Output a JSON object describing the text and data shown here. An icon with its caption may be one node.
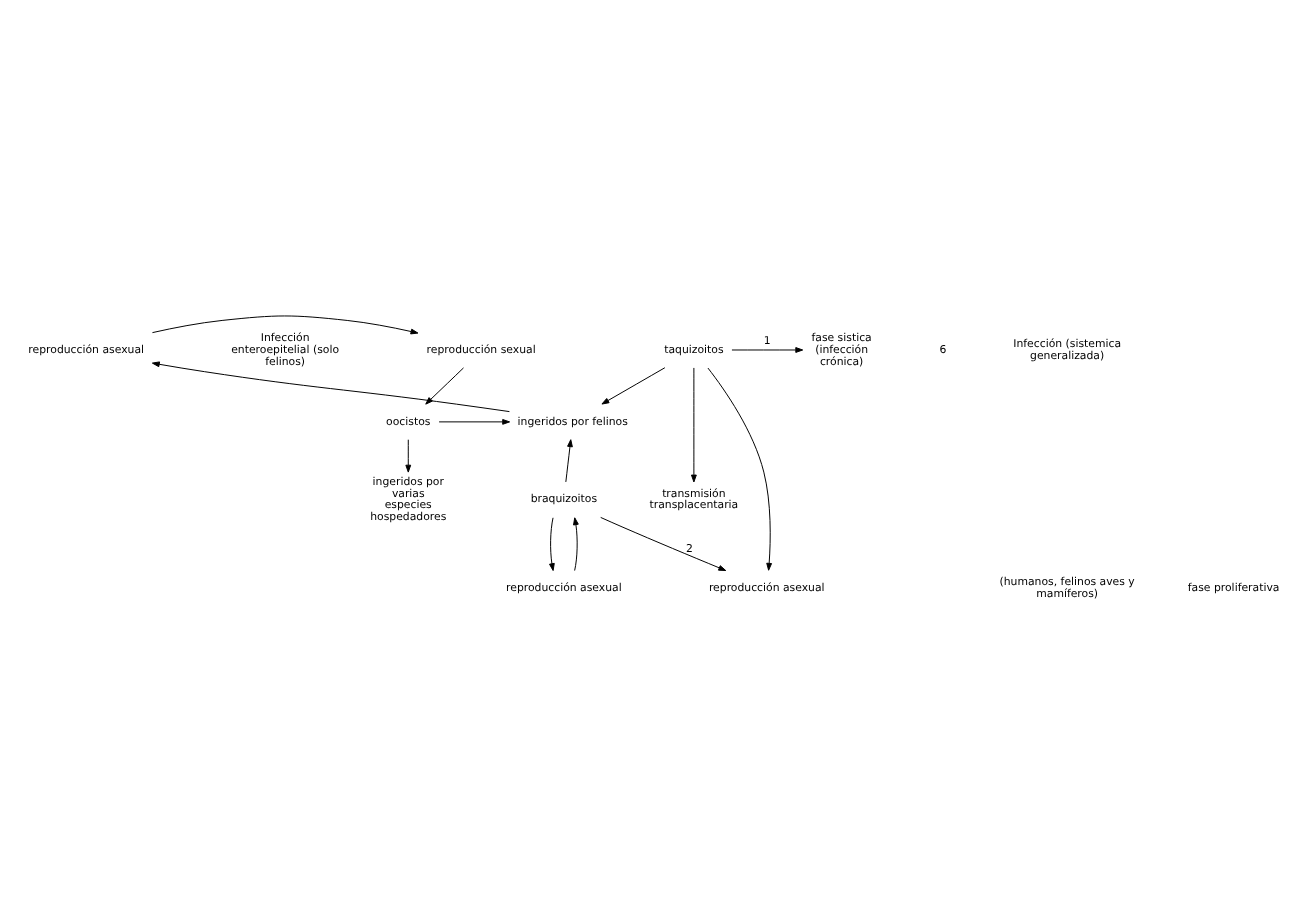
{
  "diagram": {
    "nodes": [
      {
        "text": [
          "reproducción asexual"
        ]
      },
      {
        "text": [
          "reproducción sexual"
        ]
      },
      {
        "text": [
          "ingeridos por felinos"
        ]
      },
      {
        "text": [
          "oocistos"
        ]
      },
      {
        "text": [
          "ingeridos por varias especies hospedadores"
        ]
      },
      {
        "text": [
          "braquizoitos"
        ]
      },
      {
        "text": [
          "transmisión transplacentaria"
        ]
      },
      {
        "text": [
          "fase sistica (infección crónica)"
        ]
      },
      {
        "text": [
          "taquizoitos"
        ]
      },
      {
        "text": [
          "reproducción asexual"
        ]
      },
      {
        "text": [
          "reproducción asexual"
        ]
      }
    ],
    "edges": [
      {
        "from": 0,
        "to": 1,
        "arrow": "to"
      },
      {
        "from": 1,
        "to": 3,
        "arrow": "to"
      },
      {
        "from": 3,
        "to": 2,
        "arrow": "to"
      },
      {
        "from": 3,
        "to": 4,
        "arrow": "to"
      },
      {
        "from": 2,
        "to": 0,
        "arrow": "to"
      },
      {
        "from": 5,
        "to": 2,
        "arrow": "to"
      },
      {
        "from": 8,
        "to": 2,
        "arrow": "to"
      },
      {
        "from": 5,
        "to": 9,
        "arrow": "to"
      },
      {
        "from": 9,
        "to": 5,
        "arrow": "to"
      },
      {
        "from": 8,
        "to": 7,
        "arrow": "to",
        "label": "1"
      },
      {
        "from": 5,
        "to": 10,
        "arrow": "to",
        "label": "2"
      },
      {
        "from": 8,
        "to": 6,
        "arrow": "to"
      },
      {
        "from": 8,
        "to": 10,
        "arrow": "to"
      }
    ],
    "labels": [
      "6",
      "Infección enteroepitelial (solo felinos)",
      "Infección (sistemica generalizada)",
      "(humanos, felinos aves y mamíferos)",
      "fase proliferativa"
    ]
  }
}
